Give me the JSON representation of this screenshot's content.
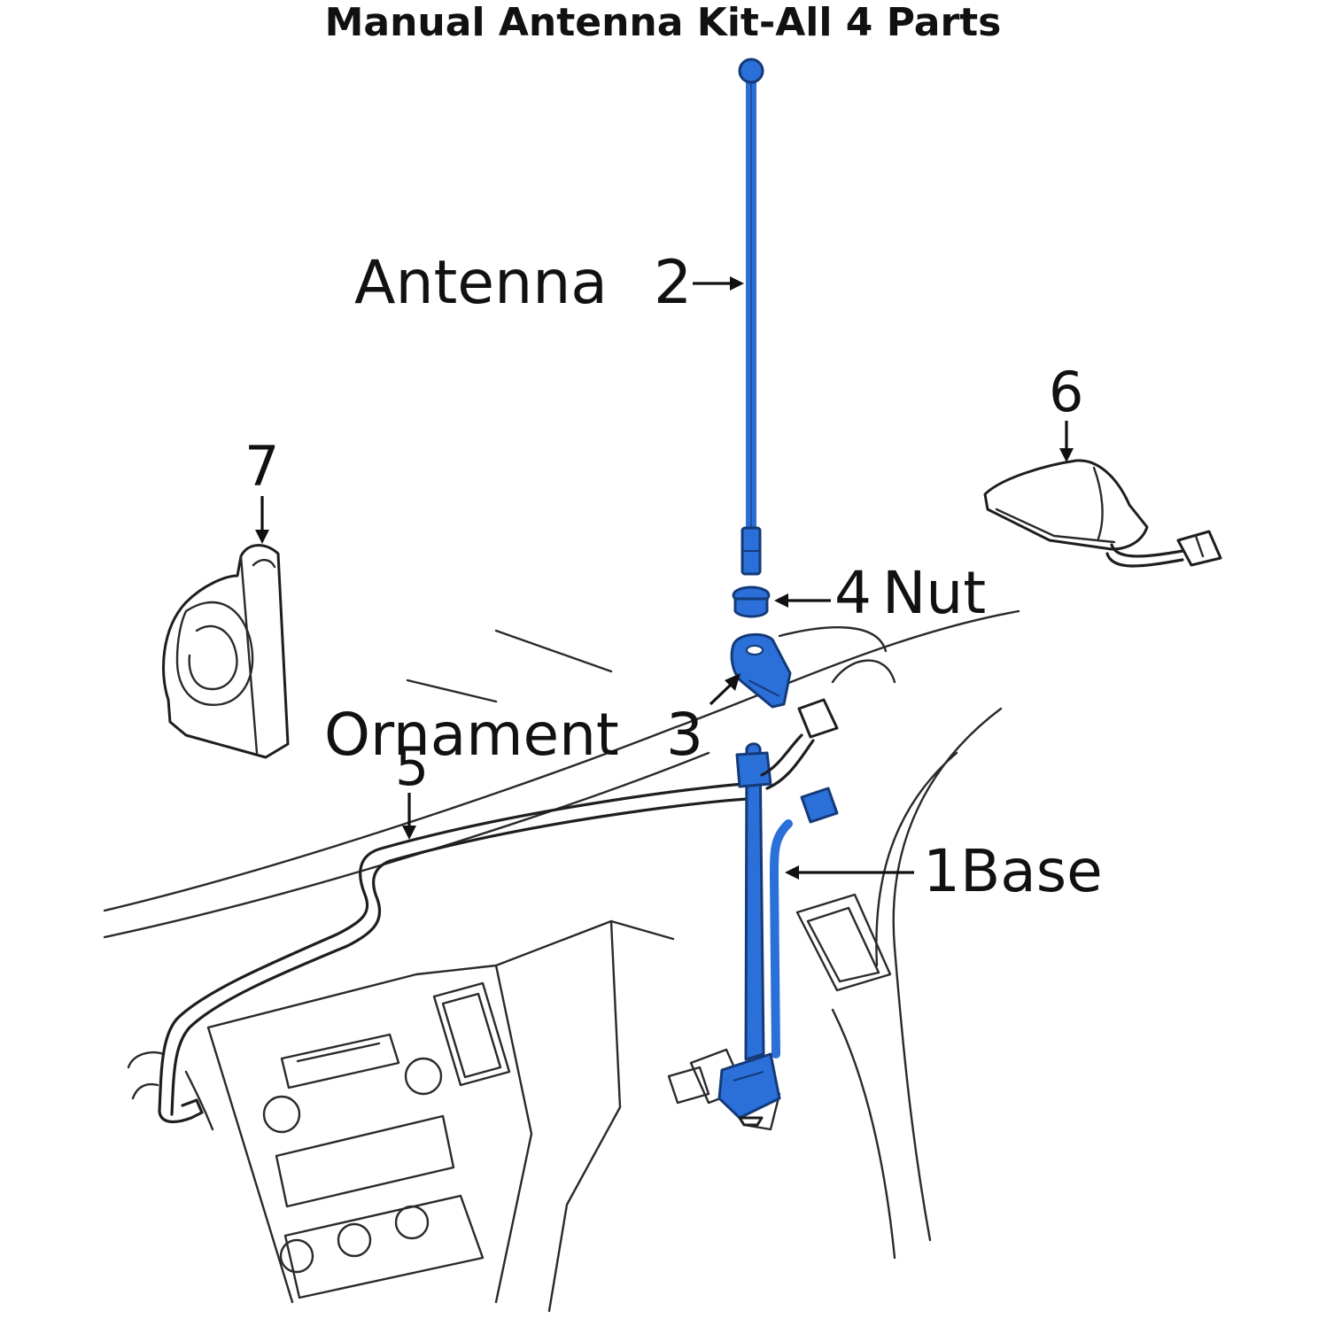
{
  "title": "Manual Antenna Kit-All 4 Parts",
  "colors": {
    "highlight": "#2b6fd8",
    "line": "#1e1e1e",
    "background": "#ffffff"
  },
  "callouts": {
    "antenna": {
      "text": "Antenna",
      "number": "2"
    },
    "nut": {
      "number": "4",
      "text": "Nut"
    },
    "ornament": {
      "text": "Ornament",
      "number": "3"
    },
    "base": {
      "number": "1",
      "text": "Base"
    },
    "cable": {
      "number": "5"
    },
    "shark_fin": {
      "number": "6"
    },
    "horn": {
      "number": "7"
    }
  }
}
